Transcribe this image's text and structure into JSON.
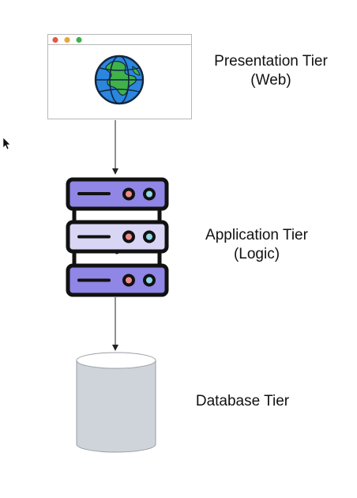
{
  "tiers": {
    "presentation": {
      "line1": "Presentation Tier",
      "line2": "(Web)"
    },
    "application": {
      "line1": "Application Tier",
      "line2": "(Logic)"
    },
    "database": {
      "line1": "Database Tier"
    }
  },
  "icons": {
    "browser": "browser-window-icon",
    "globe": "globe-icon",
    "server": "server-rack-icon",
    "database": "database-cylinder-icon",
    "cursor": "mouse-pointer-icon"
  },
  "colors": {
    "browser_close": "#e8564a",
    "browser_minimize": "#e9a63c",
    "browser_maximize": "#3fb14f",
    "globe_ocean": "#2b86e0",
    "globe_land": "#3fb24a",
    "server_face": "#8f86e6",
    "server_face_light": "#d9d6f5",
    "server_led_red": "#f08a8a",
    "server_led_cyan": "#8fd8e8",
    "database_fill": "#cfd3da"
  }
}
